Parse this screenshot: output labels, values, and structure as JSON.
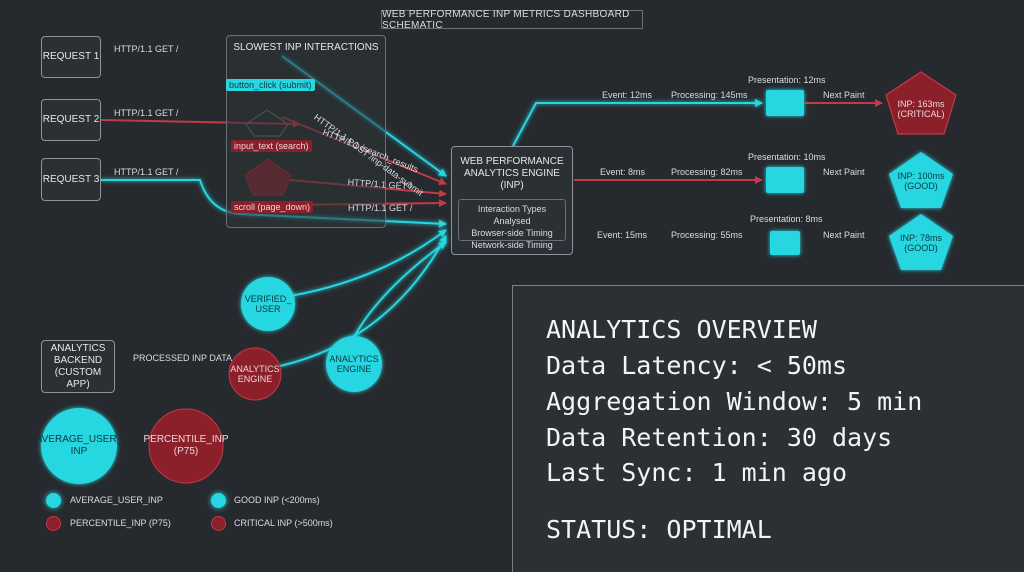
{
  "title": "WEB PERFORMANCE INP METRICS DASHBOARD SCHEMATIC",
  "requests": [
    "REQUEST 1",
    "REQUEST 2",
    "REQUEST 3"
  ],
  "request_edges": [
    "HTTP/1.1 GET /",
    "HTTP/1.1 GET /",
    "HTTP/1.1 GET /"
  ],
  "slowest": {
    "title": "SLOWEST INP INTERACTIONS",
    "items": [
      "button_click (submit)",
      "input_text (search)",
      "scroll (page_down)"
    ]
  },
  "engine_edges": {
    "post": "HTTP/1.1 POST /inp-data-submit",
    "search": "HTTP/1.1 /search_results",
    "get1": "HTTP/1.1 GET /",
    "get2": "HTTP/1.1 GET /"
  },
  "engine": {
    "title_lines": [
      "WEB PERFORMANCE",
      "ANALYTICS ENGINE",
      "(INP)"
    ],
    "inner_lines": [
      "Interaction Types Analysed",
      "Browser-side Timing",
      "Network-side Timing"
    ]
  },
  "flows": [
    {
      "presentation": "Presentation: 12ms",
      "event": "Event: 12ms",
      "processing": "Processing: 145ms",
      "next": "Next Paint",
      "result_lines": [
        "INP: 163ms",
        "(CRITICAL)"
      ],
      "status": "critical"
    },
    {
      "presentation": "Presentation: 10ms",
      "event": "Event: 8ms",
      "processing": "Processing: 82ms",
      "next": "Next Paint",
      "result_lines": [
        "INP: 100ms",
        "(GOOD)"
      ],
      "status": "good"
    },
    {
      "presentation": "Presentation: 8ms",
      "event": "Event: 15ms",
      "processing": "Processing: 55ms",
      "next": "Next Paint",
      "result_lines": [
        "INP: 78ms",
        "(GOOD)"
      ],
      "status": "good"
    }
  ],
  "nodes": {
    "verified_user": [
      "VERIFIED_",
      "USER"
    ],
    "analytics_engine_red": [
      "ANALYTICS",
      "ENGINE"
    ],
    "analytics_engine_cyan": [
      "ANALYTICS",
      "ENGINE"
    ],
    "average_user_inp": [
      "AVERAGE_USER_",
      "INP"
    ],
    "percentile_inp": [
      "PERCENTILE_INP",
      "(P75)"
    ]
  },
  "backend": {
    "lines": [
      "ANALYTICS",
      "BACKEND",
      "(CUSTOM APP)"
    ],
    "edge": "PROCESSED INP DATA"
  },
  "legend": [
    {
      "label": "AVERAGE_USER_INP",
      "color": "cyan"
    },
    {
      "label": "GOOD INP (<200ms)",
      "color": "cyan"
    },
    {
      "label": "PERCENTILE_INP (P75)",
      "color": "red"
    },
    {
      "label": "CRITICAL INP (>500ms)",
      "color": "red"
    }
  ],
  "overview": {
    "title": "ANALYTICS OVERVIEW",
    "latency": "Data Latency: < 50ms",
    "aggregation": "Aggregation Window: 5 min",
    "retention": "Data Retention: 30 days",
    "sync": "Last Sync: 1 min ago",
    "status": "STATUS: OPTIMAL"
  },
  "colors": {
    "cyan": "#27d6e0",
    "red": "#c23a47",
    "dark_red": "#8b1f2a",
    "background": "#262a2e"
  }
}
